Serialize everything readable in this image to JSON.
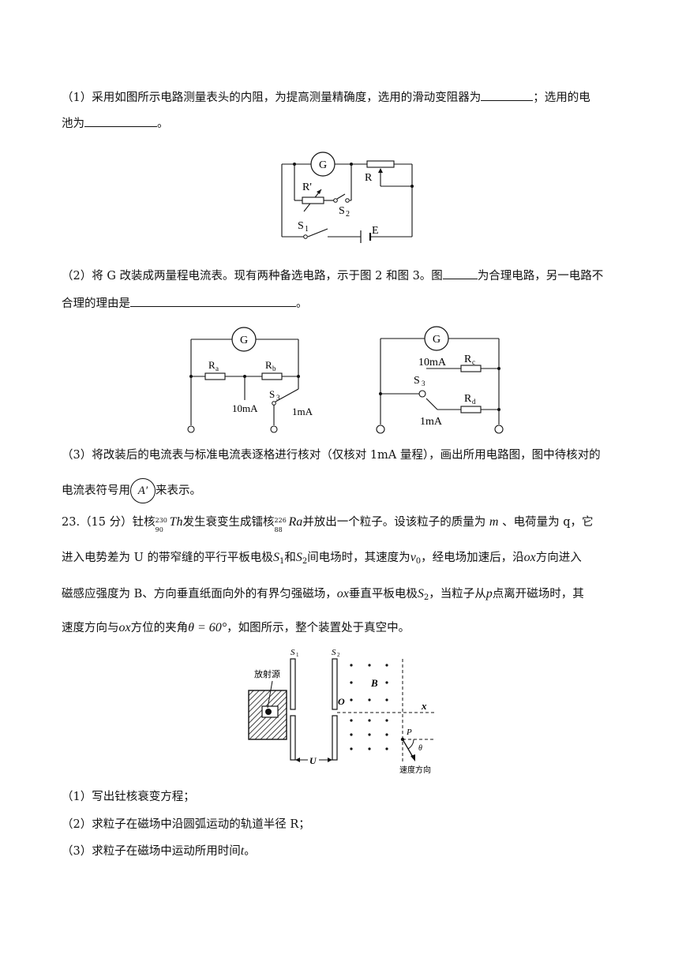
{
  "q1": {
    "line1_a": "（1）采用如图所示电路测量表头的内阻，为提高测量精确度，选用的滑动变阻器为",
    "line1_b": "；选用的电",
    "line2_a": "池为",
    "line2_b": "。"
  },
  "fig1": {
    "G": "G",
    "R": "R",
    "Rp": "R'",
    "S2": "S",
    "S2n": "2",
    "S1": "S",
    "S1n": "1",
    "E": "E"
  },
  "q2": {
    "line1_a": "（2）将 G 改装成两量程电流表。现有两种备选电路，示于图 2 和图 3。图",
    "line1_b": "为合理电路，另一电路不",
    "line2_a": "合理的理由是",
    "line2_b": "。"
  },
  "fig2": {
    "G": "G",
    "Ra": "R",
    "Ra_s": "a",
    "Rb": "R",
    "Rb_s": "b",
    "S3": "S",
    "S3n": "3",
    "t10": "10mA",
    "t1": "1mA"
  },
  "fig3": {
    "G": "G",
    "Rc": "R",
    "Rc_s": "c",
    "Rd": "R",
    "Rd_s": "d",
    "S3": "S",
    "S3n": "3",
    "t10": "10mA",
    "t1": "1mA"
  },
  "q3": {
    "line1": "（3）将改装后的电流表与标准电流表逐格进行核对（仅核对 1mA 量程），画出所用电路图，图中待核对的",
    "line2_a": "电流表符号用",
    "symbol": "A′",
    "line2_b": "来表示。"
  },
  "q23": {
    "l1_a": "23.（15 分）钍核",
    "th_a": "230",
    "th_z": "90",
    "th": "Th",
    "l1_b": "发生衰变生成镭核",
    "ra_a": "226",
    "ra_z": "88",
    "ra": "Ra",
    "l1_c": "并放出一个粒子。设该粒子的质量为",
    "m": "m",
    "l1_d": "、电荷量为 q，它",
    "l2_a": "进入电势差为 U 的带窄缝的平行平板电极",
    "S": "S",
    "n1": "1",
    "n2": "2",
    "l2_b": "和",
    "l2_c": "间电场时，其速度为",
    "v": "v",
    "v0": "0",
    "l2_d": "，经电场加速后，沿",
    "ox": "ox",
    "l2_e": "方向进入",
    "l3_a": "磁感应强度为 B、方向垂直纸面向外的有界匀强磁场，",
    "l3_b": "垂直平板电极",
    "l3_c": "，当粒子从",
    "p": "p",
    "l3_d": "点离开磁场时，其",
    "l4_a": "速度方向与",
    "l4_b": "方位的夹角",
    "theta_eq": "θ = 60°",
    "l4_c": "，如图所示，整个装置处于真空中。"
  },
  "fig4": {
    "S1": "S",
    "S1n": "1",
    "S2": "S",
    "S2n": "2",
    "source": "放射源",
    "B": "B",
    "O": "O",
    "x": "x",
    "P": "P",
    "theta": "θ",
    "U": "U",
    "dir": "速度方向"
  },
  "sub_questions": [
    "（1）写出钍核衰变方程；",
    "（2）求粒子在磁场中沿圆弧运动的轨道半径 R；",
    "（3）求粒子在磁场中运动所用时间"
  ],
  "t_var": "t",
  "t_end": "。"
}
